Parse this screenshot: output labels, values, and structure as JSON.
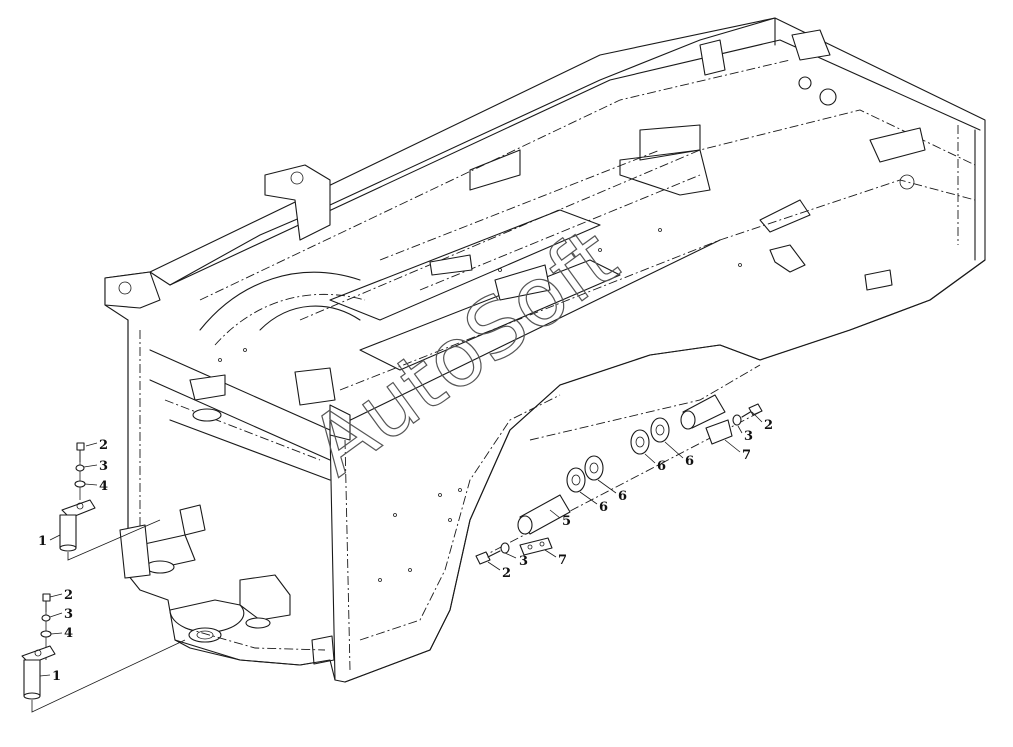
{
  "watermark": "AutoSoft",
  "callouts": {
    "c1a": "1",
    "c2a": "2",
    "c3a": "3",
    "c4a": "4",
    "c1b": "1",
    "c2b": "2",
    "c3b": "3",
    "c4b": "4",
    "c2c": "2",
    "c3c": "3",
    "c7c": "7",
    "c5": "5",
    "c6a": "6",
    "c6b": "6",
    "c6c": "6",
    "c6d": "6",
    "c2d": "2",
    "c3d": "3",
    "c7d": "7"
  }
}
